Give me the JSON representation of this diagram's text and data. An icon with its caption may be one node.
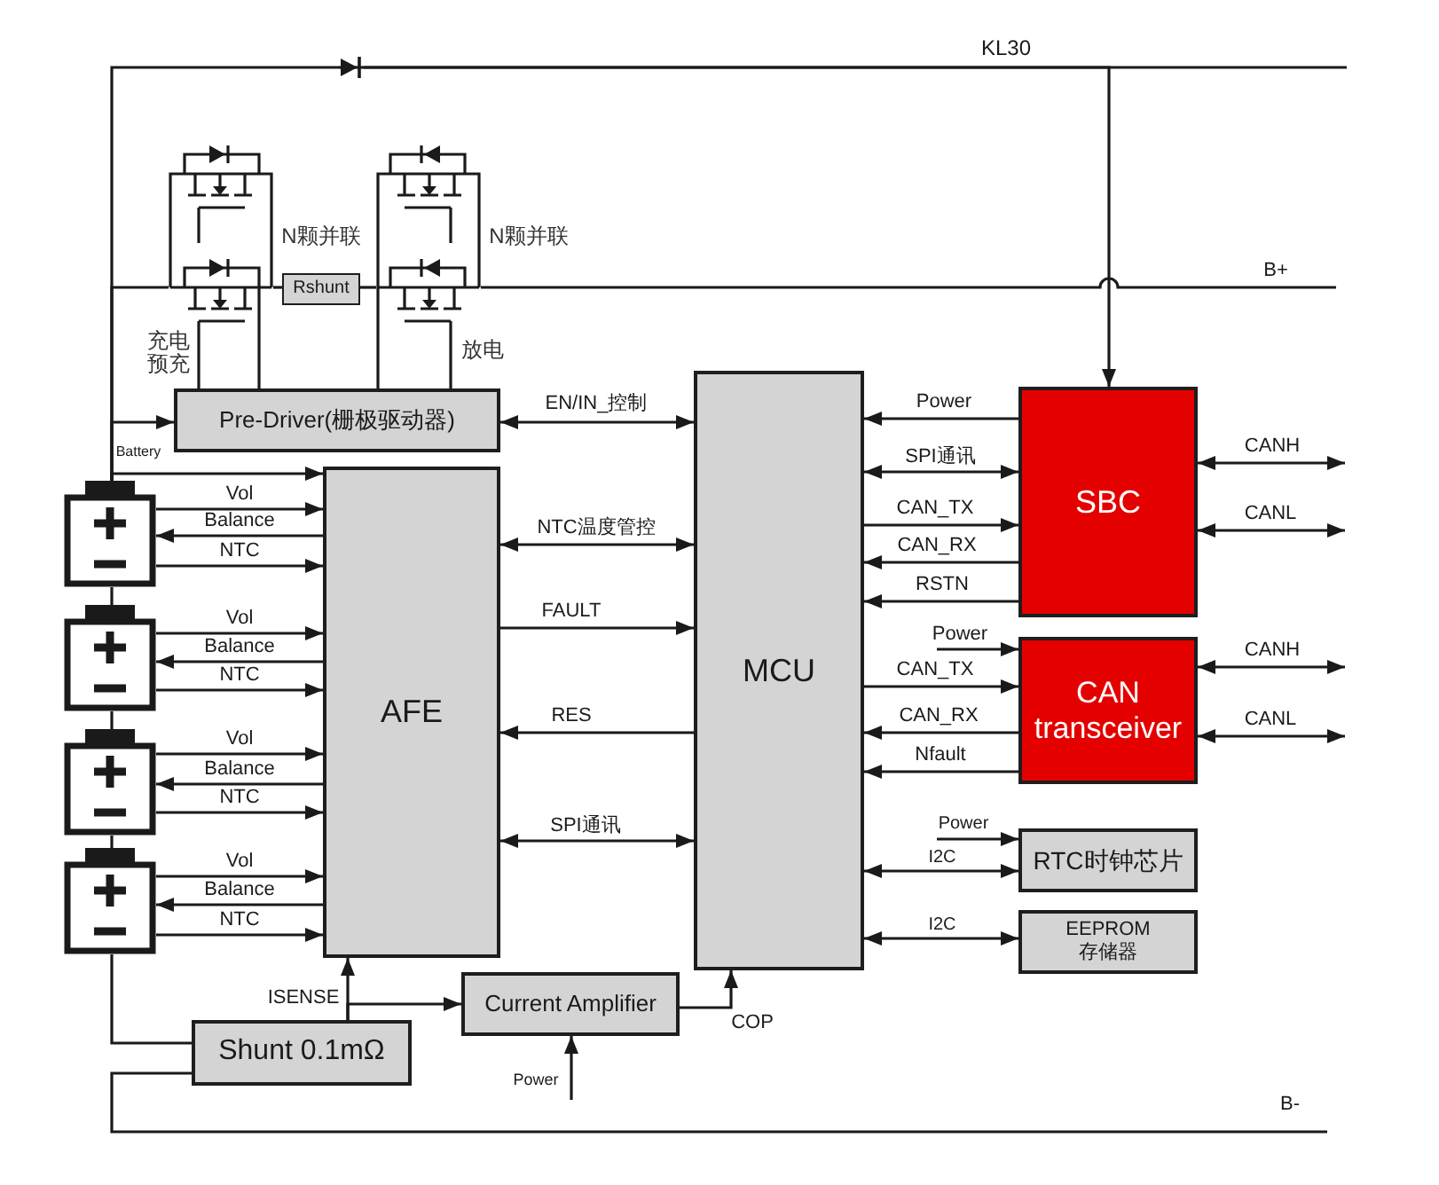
{
  "diagram": {
    "nodes": [
      {
        "text": [],
        "shape": "transistor",
        "beside": [
          "N颗并联",
          "充电预充"
        ]
      },
      {
        "text": [
          "Rshunt"
        ]
      },
      {
        "text": [],
        "shape": "transistor",
        "beside": [
          "N颗并联",
          "放电"
        ]
      },
      {
        "text": [
          "Pre-Driver(栅极驱动器)"
        ]
      },
      {
        "text": [
          "MCU"
        ]
      },
      {
        "text": [
          "SBC"
        ]
      },
      {
        "text": [
          "AFE"
        ]
      },
      {
        "text": [],
        "shape": "battery"
      },
      {
        "text": [],
        "shape": "battery"
      },
      {
        "text": [],
        "shape": "battery"
      },
      {
        "text": [],
        "shape": "battery"
      },
      {
        "text": [
          "CAN transceiver"
        ]
      },
      {
        "text": [
          "RTC时钟芯片"
        ]
      },
      {
        "text": [
          "EEPROM 存储器"
        ]
      },
      {
        "text": [
          "Current Amplifier"
        ]
      },
      {
        "text": [
          "Shunt 0.1mΩ"
        ]
      },
      {
        "text": [],
        "shape": "diode"
      }
    ],
    "edges": [
      {
        "from": 7,
        "to": 3,
        "arrow": "to"
      },
      {
        "from": 7,
        "to": 6,
        "arrow": "to",
        "label": "Battery"
      },
      {
        "from": 7,
        "to": 0,
        "arrow": "none"
      },
      {
        "from": 16,
        "to": 5,
        "arrow": "to"
      },
      {
        "from": 16,
        "to": null,
        "arrow": "none",
        "label": "KL30"
      },
      {
        "from": 0,
        "to": 1,
        "arrow": "none"
      },
      {
        "from": 1,
        "to": 2,
        "arrow": "none"
      },
      {
        "from": 2,
        "to": null,
        "arrow": "none",
        "label": "B+"
      },
      {
        "from": 3,
        "to": 0,
        "arrow": "none"
      },
      {
        "from": 3,
        "to": 0,
        "arrow": "none"
      },
      {
        "from": 3,
        "to": 2,
        "arrow": "none"
      },
      {
        "from": 3,
        "to": 2,
        "arrow": "none"
      },
      {
        "from": 3,
        "to": 4,
        "arrow": "both",
        "label": "EN/IN_控制"
      },
      {
        "from": 5,
        "to": 4,
        "arrow": "to",
        "label": "Power"
      },
      {
        "from": 4,
        "to": 5,
        "arrow": "both",
        "label": "SPI通讯"
      },
      {
        "from": 4,
        "to": 5,
        "arrow": "to",
        "label": "CAN_TX"
      },
      {
        "from": 5,
        "to": 4,
        "arrow": "to",
        "label": "CAN_RX"
      },
      {
        "from": 5,
        "to": 4,
        "arrow": "to",
        "label": "RSTN"
      },
      {
        "from": 5,
        "to": null,
        "arrow": "both",
        "label": "CANH"
      },
      {
        "from": 5,
        "to": null,
        "arrow": "both",
        "label": "CANL"
      },
      {
        "from": 7,
        "to": 6,
        "arrow": "to",
        "label": "Vol"
      },
      {
        "from": 6,
        "to": 7,
        "arrow": "to",
        "label": "Balance"
      },
      {
        "from": 7,
        "to": 6,
        "arrow": "to",
        "label": "NTC"
      },
      {
        "from": 8,
        "to": 6,
        "arrow": "to",
        "label": "Vol"
      },
      {
        "from": 6,
        "to": 8,
        "arrow": "to",
        "label": "Balance"
      },
      {
        "from": 8,
        "to": 6,
        "arrow": "to",
        "label": "NTC"
      },
      {
        "from": 9,
        "to": 6,
        "arrow": "to",
        "label": "Vol"
      },
      {
        "from": 6,
        "to": 9,
        "arrow": "to",
        "label": "Balance"
      },
      {
        "from": 9,
        "to": 6,
        "arrow": "to",
        "label": "NTC"
      },
      {
        "from": 10,
        "to": 6,
        "arrow": "to",
        "label": "Vol"
      },
      {
        "from": 6,
        "to": 10,
        "arrow": "to",
        "label": "Balance"
      },
      {
        "from": 10,
        "to": 6,
        "arrow": "to",
        "label": "NTC"
      },
      {
        "from": 6,
        "to": 4,
        "arrow": "both",
        "label": "NTC温度管控"
      },
      {
        "from": 6,
        "to": 4,
        "arrow": "to",
        "label": "FAULT"
      },
      {
        "from": 4,
        "to": 6,
        "arrow": "to",
        "label": "RES"
      },
      {
        "from": 6,
        "to": 4,
        "arrow": "both",
        "label": "SPI通讯"
      },
      {
        "from": null,
        "to": 11,
        "arrow": "to",
        "label": "Power"
      },
      {
        "from": 4,
        "to": 11,
        "arrow": "to",
        "label": "CAN_TX"
      },
      {
        "from": 11,
        "to": 4,
        "arrow": "to",
        "label": "CAN_RX"
      },
      {
        "from": 11,
        "to": 4,
        "arrow": "to",
        "label": "Nfault"
      },
      {
        "from": 11,
        "to": null,
        "arrow": "both",
        "label": "CANH"
      },
      {
        "from": 11,
        "to": null,
        "arrow": "both",
        "label": "CANL"
      },
      {
        "from": null,
        "to": 12,
        "arrow": "to",
        "label": "Power"
      },
      {
        "from": 4,
        "to": 12,
        "arrow": "both",
        "label": "I2C"
      },
      {
        "from": 4,
        "to": 13,
        "arrow": "both",
        "label": "I2C"
      },
      {
        "from": 15,
        "to": 6,
        "arrow": "to",
        "label": "ISENSE"
      },
      {
        "from": 15,
        "to": 14,
        "arrow": "to"
      },
      {
        "from": 14,
        "to": 4,
        "arrow": "to",
        "label": "COP"
      },
      {
        "from": null,
        "to": 14,
        "arrow": "to",
        "label": "Power"
      },
      {
        "from": 10,
        "to": 15,
        "arrow": "none"
      },
      {
        "from": 15,
        "to": null,
        "arrow": "none",
        "label": "B-"
      },
      {
        "from": 7,
        "to": 8,
        "arrow": "none"
      },
      {
        "from": 8,
        "to": 9,
        "arrow": "none"
      },
      {
        "from": 9,
        "to": 10,
        "arrow": "none"
      },
      {
        "from": 7,
        "to": 16,
        "arrow": "none"
      }
    ]
  }
}
